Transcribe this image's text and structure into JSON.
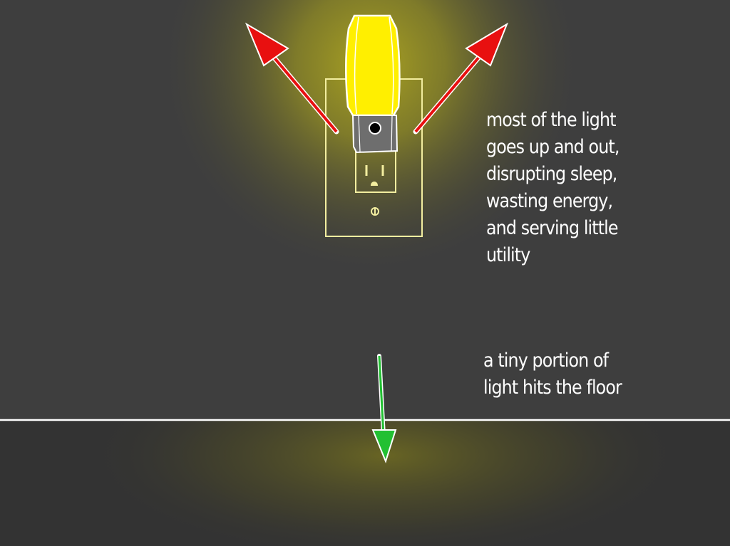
{
  "annotations": {
    "upward_light": [
      "most of the light",
      "goes up and out,",
      "disrupting sleep,",
      "wasting energy,",
      "and serving little",
      "utility"
    ],
    "floor_light": [
      "a tiny portion of",
      "light hits the floor"
    ]
  },
  "colors": {
    "background": "#3e3e3e",
    "floor": "#333333",
    "glow": "#a8a020",
    "bulb": "#ffef00",
    "base": "#6e6e6e",
    "wasted_arrow": "#e81010",
    "useful_arrow": "#22c032",
    "outlet_outline": "#f3eea0"
  }
}
